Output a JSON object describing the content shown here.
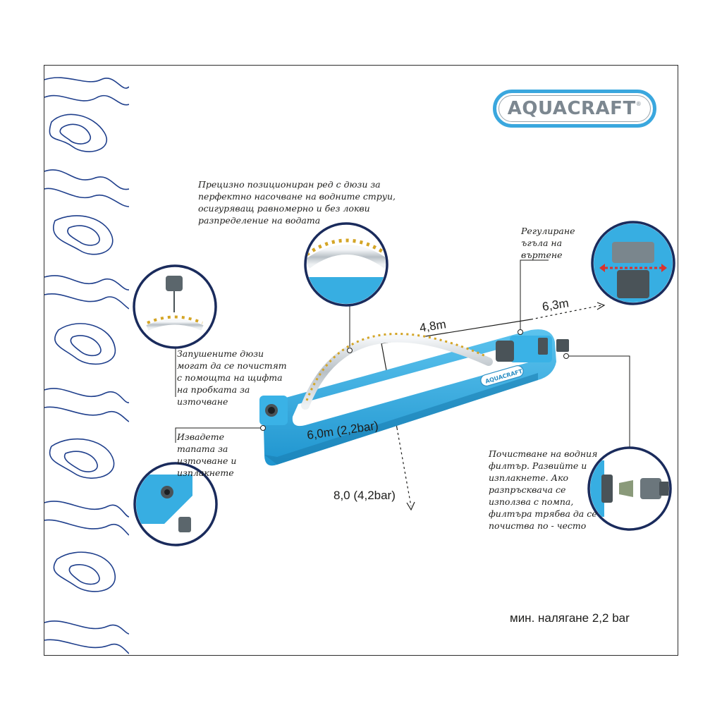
{
  "brand": {
    "name": "AQUACRAFT",
    "registered": "®",
    "accent_color": "#3aa7de",
    "product_color": "#37aee2"
  },
  "callouts": {
    "nozzle_row": "Прецизно позициониран ред с дюзи за перфектно насочване на водните струи, осигуряващ равномерно и без локви разпределение на водата",
    "angle_adjust": "Регулиране ъгъла на въртене",
    "clogged_nozzles": "Запушените дюзи могат да се почистят с помощта на щифта на пробката за източване",
    "drain_plug": "Извадете тапата за източване и изплакнете",
    "filter_cleaning": "Почистване на водния филтър. Развийте и изплакнете. Ако разпръсквача се използва с помпа, филтъра трябва да се почиства по - често"
  },
  "measurements": {
    "width_short": "4,8m",
    "width_long": "6,3m",
    "length_low": "6,0m (2,2bar)",
    "length_high": "8,0 (4,2bar)"
  },
  "footer": {
    "min_pressure": "мин. налягане 2,2 bar"
  },
  "icons": [
    "topographic-pattern",
    "sprinkler-product",
    "nozzle-detail",
    "angle-detail",
    "pin-detail",
    "drain-plug-detail",
    "filter-detail"
  ]
}
